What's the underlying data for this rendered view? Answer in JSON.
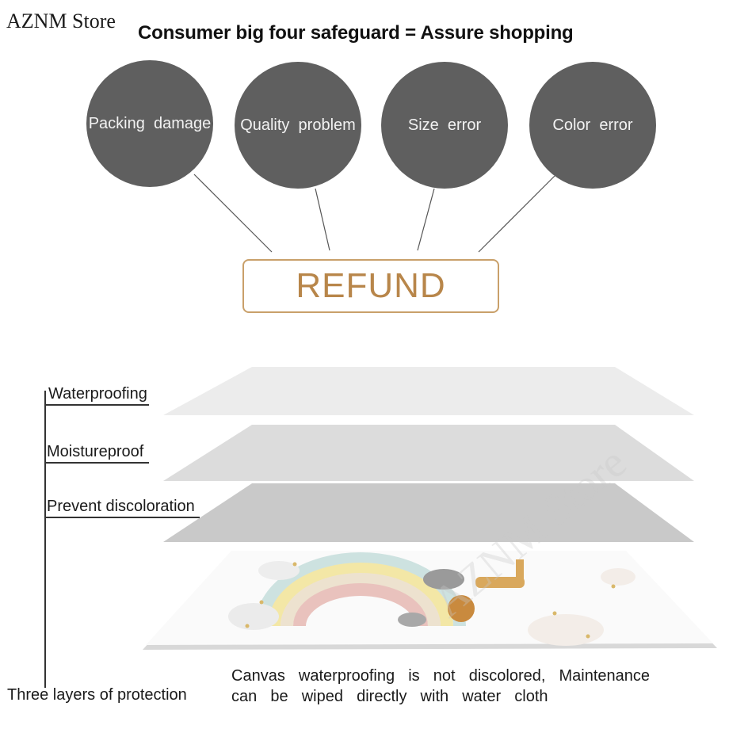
{
  "store_name": "AZNM Store",
  "headline": "Consumer big four safeguard = Assure shopping",
  "safeguards": [
    {
      "label": "Packing  damage"
    },
    {
      "label": "Quality  problem"
    },
    {
      "label": "Size  error"
    },
    {
      "label": "Color  error"
    }
  ],
  "refund_label": "REFUND",
  "layers": [
    {
      "label": "Waterproofing"
    },
    {
      "label": "Moistureproof"
    },
    {
      "label": "Prevent  discoloration"
    }
  ],
  "protection_label": "Three layers of protection",
  "caption": {
    "line1": "Canvas  waterproofing  is  not  discolored,  Maintenance",
    "line2": "can  be  wiped  directly  with  water  cloth"
  },
  "watermark": "AZNM Store",
  "colors": {
    "circle": "#5f5f5f",
    "refund_border": "#c9a06a",
    "refund_text": "#b8864a"
  }
}
